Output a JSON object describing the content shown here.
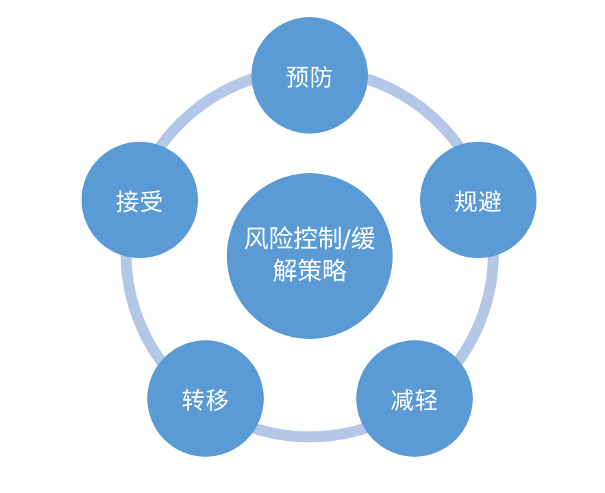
{
  "diagram": {
    "center_label": "风险控制/缓解策略",
    "nodes": {
      "top": "预防",
      "right": "规避",
      "bottom_right": "减轻",
      "bottom_left": "转移",
      "left": "接受"
    },
    "colors": {
      "node_fill": "#5b9bd5",
      "ring": "#b4c7e7",
      "text": "#ffffff"
    }
  }
}
